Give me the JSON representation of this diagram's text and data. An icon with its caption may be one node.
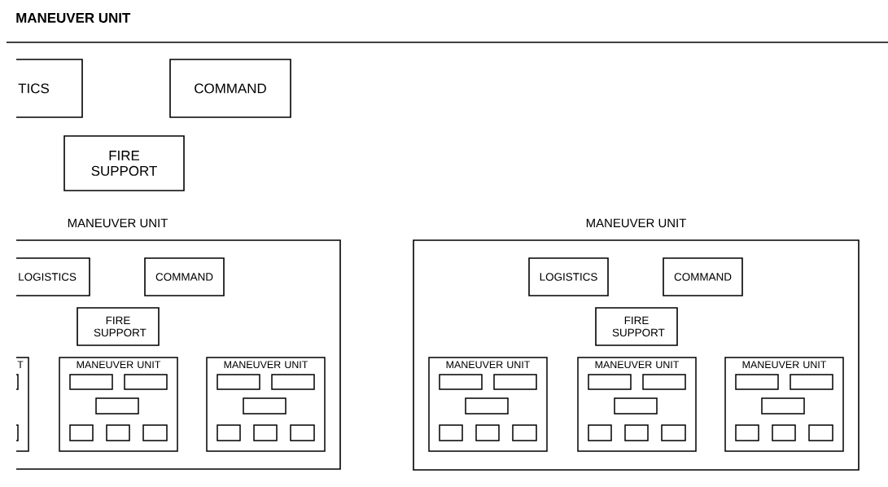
{
  "diagram": {
    "title": "MANEUVER UNIT",
    "nodes": [
      {
        "text": [
          "TICS"
        ]
      },
      {
        "text": [
          "COMMAND"
        ]
      },
      {
        "text": [
          "FIRE SUPPORT"
        ]
      },
      {
        "text": [
          "MANEUVER UNIT"
        ]
      },
      {
        "text": [
          "LOGISTICS"
        ],
        "in": 3
      },
      {
        "text": [
          "COMMAND"
        ],
        "in": 3
      },
      {
        "text": [
          "FIRE SUPPORT"
        ],
        "in": 3
      },
      {
        "text": [
          "T"
        ],
        "in": 3
      },
      {
        "text": [],
        "shape": "box",
        "in": 7
      },
      {
        "text": [],
        "shape": "box",
        "in": 7
      },
      {
        "text": [
          "MANEUVER UNIT"
        ],
        "in": 3
      },
      {
        "text": [],
        "shape": "box",
        "in": 10
      },
      {
        "text": [],
        "shape": "box",
        "in": 10
      },
      {
        "text": [],
        "shape": "box",
        "in": 10
      },
      {
        "text": [],
        "shape": "box",
        "in": 10
      },
      {
        "text": [],
        "shape": "box",
        "in": 10
      },
      {
        "text": [],
        "shape": "box",
        "in": 10
      },
      {
        "text": [
          "MANEUVER UNIT"
        ],
        "in": 3
      },
      {
        "text": [],
        "shape": "box",
        "in": 17
      },
      {
        "text": [],
        "shape": "box",
        "in": 17
      },
      {
        "text": [],
        "shape": "box",
        "in": 17
      },
      {
        "text": [],
        "shape": "box",
        "in": 17
      },
      {
        "text": [],
        "shape": "box",
        "in": 17
      },
      {
        "text": [],
        "shape": "box",
        "in": 17
      },
      {
        "text": [
          "MANEUVER UNIT"
        ]
      },
      {
        "text": [
          "LOGISTICS"
        ],
        "in": 24
      },
      {
        "text": [
          "COMMAND"
        ],
        "in": 24
      },
      {
        "text": [
          "FIRE SUPPORT"
        ],
        "in": 24
      },
      {
        "text": [
          "MANEUVER UNIT"
        ],
        "in": 24
      },
      {
        "text": [],
        "shape": "box",
        "in": 28
      },
      {
        "text": [],
        "shape": "box",
        "in": 28
      },
      {
        "text": [],
        "shape": "box",
        "in": 28
      },
      {
        "text": [],
        "shape": "box",
        "in": 28
      },
      {
        "text": [],
        "shape": "box",
        "in": 28
      },
      {
        "text": [],
        "shape": "box",
        "in": 28
      },
      {
        "text": [
          "MANEUVER UNIT"
        ],
        "in": 24
      },
      {
        "text": [],
        "shape": "box",
        "in": 35
      },
      {
        "text": [],
        "shape": "box",
        "in": 35
      },
      {
        "text": [],
        "shape": "box",
        "in": 35
      },
      {
        "text": [],
        "shape": "box",
        "in": 35
      },
      {
        "text": [],
        "shape": "box",
        "in": 35
      },
      {
        "text": [],
        "shape": "box",
        "in": 35
      },
      {
        "text": [
          "MANEUVER UNIT"
        ],
        "in": 24
      },
      {
        "text": [],
        "shape": "box",
        "in": 42
      },
      {
        "text": [],
        "shape": "box",
        "in": 42
      },
      {
        "text": [],
        "shape": "box",
        "in": 42
      },
      {
        "text": [],
        "shape": "box",
        "in": 42
      },
      {
        "text": [],
        "shape": "box",
        "in": 42
      },
      {
        "text": [],
        "shape": "box",
        "in": 42
      }
    ]
  }
}
